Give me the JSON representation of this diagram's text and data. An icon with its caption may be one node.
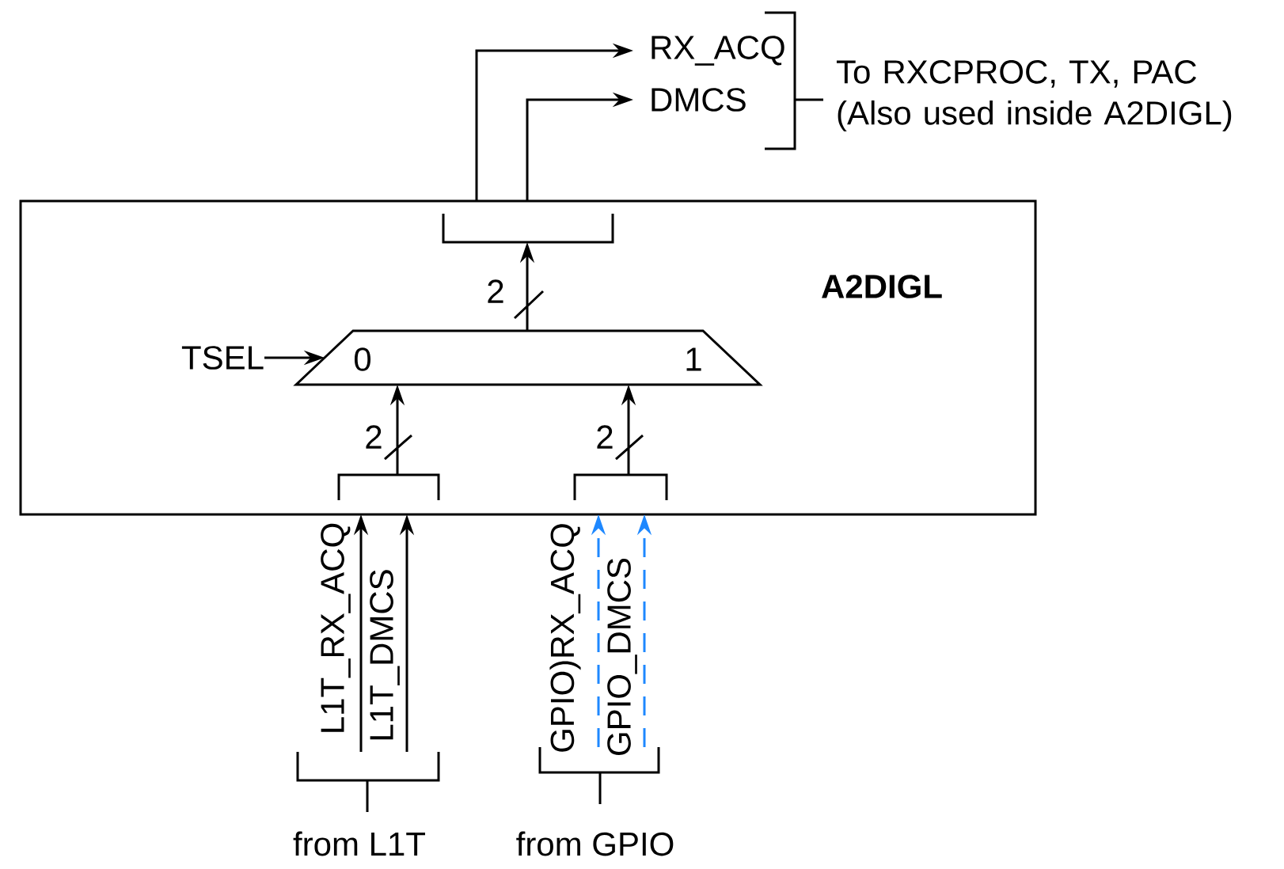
{
  "diagram": {
    "nodes": [
      {
        "text": [
          "RX_ACQ"
        ]
      },
      {
        "text": [
          "DMCS"
        ]
      },
      {
        "text": [
          "A2DIGL"
        ]
      },
      {
        "text": [],
        "shape": "bracket",
        "in": 2
      },
      {
        "text": [
          "TSEL"
        ],
        "in": 2
      },
      {
        "text": [
          "0",
          "1"
        ],
        "in": 2
      },
      {
        "text": [],
        "shape": "bracket",
        "in": 2
      },
      {
        "text": [],
        "shape": "bracket",
        "in": 2
      },
      {
        "text": [],
        "shape": "bracket",
        "beside": [
          "from L1T"
        ]
      },
      {
        "text": [],
        "shape": "bracket",
        "beside": [
          "from GPIO"
        ]
      }
    ],
    "edges": [
      {
        "from": 6,
        "to": 5,
        "arrow": "to",
        "label": "2"
      },
      {
        "from": 7,
        "to": 5,
        "arrow": "to",
        "label": "2"
      },
      {
        "from": 5,
        "to": 3,
        "arrow": "to",
        "label": "2"
      },
      {
        "from": 3,
        "to": 0,
        "arrow": "to"
      },
      {
        "from": 3,
        "to": 1,
        "arrow": "to"
      },
      {
        "from": 4,
        "to": 5,
        "arrow": "to"
      },
      {
        "from": 8,
        "to": 6,
        "arrow": "to",
        "label": "L1T_RX_ACQ"
      },
      {
        "from": 8,
        "to": 6,
        "arrow": "to",
        "label": "L1T_DMCS"
      },
      {
        "from": 9,
        "to": 7,
        "arrow": "to",
        "label": "GPIO)RX_ACQ",
        "style": "dashed",
        "color": "#1e88ff"
      },
      {
        "from": 9,
        "to": 7,
        "arrow": "to",
        "label": "GPIO_DMCS",
        "style": "dashed",
        "color": "#1e88ff"
      }
    ],
    "labels": [
      "To RXCPROC, TX, PAC (Also used inside A2DIGL)"
    ]
  }
}
